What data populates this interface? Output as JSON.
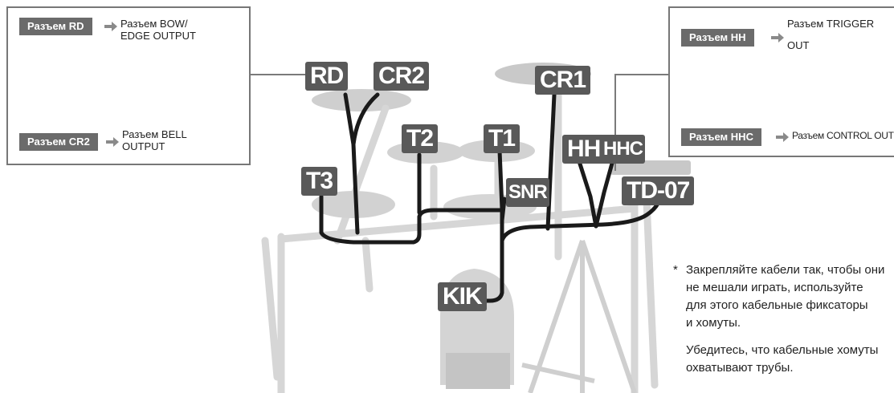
{
  "tags": {
    "rd": "RD",
    "cr2": "CR2",
    "cr1": "CR1",
    "t2": "T2",
    "t1": "T1",
    "t3": "T3",
    "snr": "SNR",
    "hh": "HH",
    "hhc": "HHC",
    "td07": "TD-07",
    "kik": "KIK"
  },
  "left_callout": {
    "rd_chip": "Разъем RD",
    "rd_desc_1": "Разъем BOW/",
    "rd_desc_2": "EDGE OUTPUT",
    "cr2_chip": "Разъем CR2",
    "cr2_desc_1": "Разъем BELL",
    "cr2_desc_2": "OUTPUT"
  },
  "right_callout": {
    "hh_chip": "Разъем HH",
    "hh_desc_1": "Разъем TRIGGER",
    "hh_desc_2": "OUT",
    "hhc_chip": "Разъем HHC",
    "hhc_desc": "Разъем CONTROL OUT"
  },
  "note": {
    "star": "*",
    "line1": "Закрепляйте кабели так, чтобы они",
    "line2": "не мешали играть, используйте",
    "line3": "для этого кабельные фиксаторы",
    "line4": "и хомуты.",
    "line5": "Убедитесь, что кабельные хомуты",
    "line6": "охватывают трубы."
  },
  "colors": {
    "tag_bg": "#595959",
    "cable": "#1a1a1a",
    "hardware": "#d6d6d6",
    "hardware_dark": "#bdbdbd"
  }
}
